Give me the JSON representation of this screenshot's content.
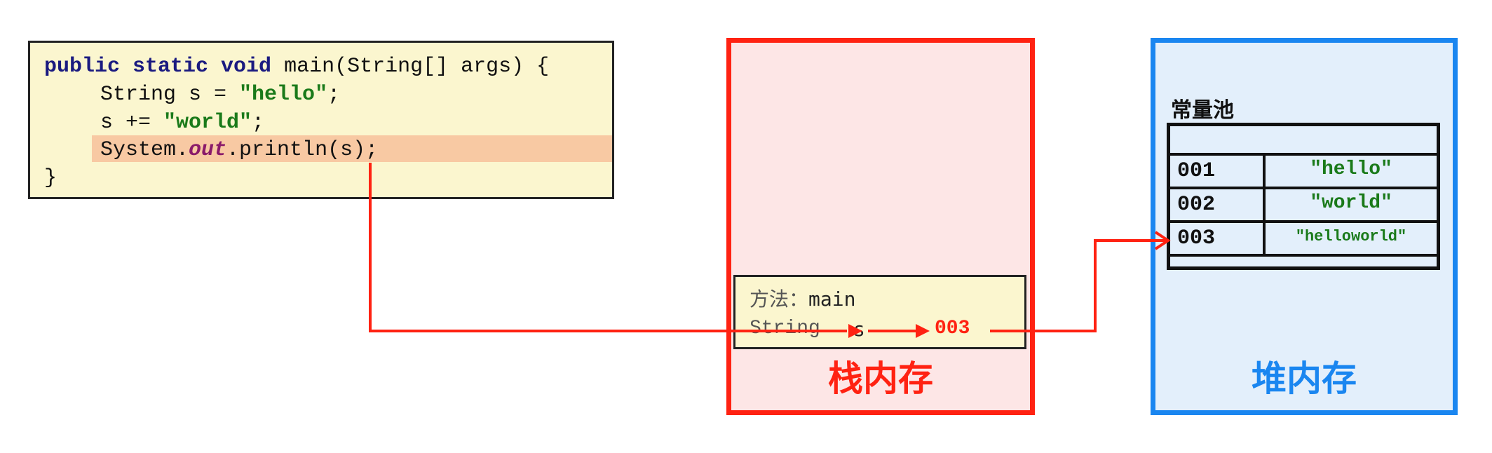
{
  "code": {
    "line1": {
      "kw": "public static void",
      "rest": " main(String[] args) {"
    },
    "line2": {
      "pre": "String s = ",
      "str": "\"hello\"",
      "post": ";"
    },
    "line3": {
      "pre": "s += ",
      "str": "\"world\"",
      "post": ";"
    },
    "line4": {
      "pre": "System.",
      "field": "out",
      "post": ".println(s);"
    },
    "line5": "}"
  },
  "stack": {
    "label": "栈内存",
    "frame": {
      "method_label": "方法：",
      "method_name": "main",
      "var_type": "String",
      "var_name": "s",
      "var_value": "003"
    }
  },
  "heap": {
    "label": "堆内存",
    "pool_title": "常量池",
    "pool": [
      {
        "addr": "001",
        "value": "\"hello\""
      },
      {
        "addr": "002",
        "value": "\"world\""
      },
      {
        "addr": "003",
        "value": "\"helloworld\""
      }
    ]
  },
  "colors": {
    "stack": "#ff2212",
    "heap": "#1a86f0",
    "code_bg": "#fbf6cf",
    "highlight": "#f8c9a3",
    "string_literal": "#1a7a1a"
  }
}
